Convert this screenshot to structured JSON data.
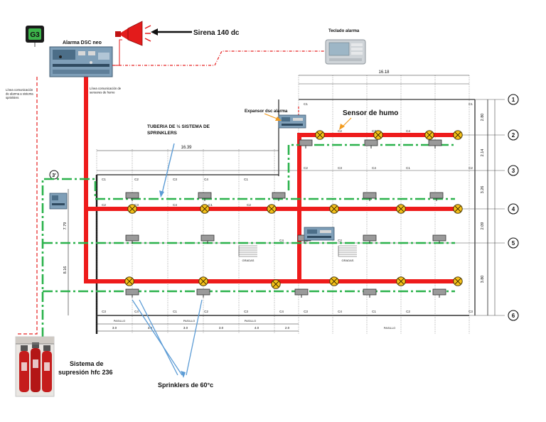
{
  "labels": {
    "alarm_panel": "Alarma DSC neo",
    "siren": "Sirena 140 dc",
    "keypad": "Teclado alarma",
    "expander": "Expansor dsc alarma",
    "smoke_sensor": "Sensor de humo",
    "pipe_line1": "TUBERIA DE ½ SISTEMA DE",
    "pipe_line2": "SPRINKLERS",
    "comm_alarm_sprinklers": "Línea comunicación de alarma a sistema sprinklers",
    "comm_smoke_sensors": "Línea comunicación de sensores de humo",
    "suppression_line1": "Sistema de",
    "suppression_line2": "supresión hfc 236",
    "sprinklers": "Sprinklers de 60°c",
    "brand_logo": "G3"
  },
  "plan": {
    "top_dimension": "16.18",
    "left_dimension": "16.39",
    "grid_rows": [
      "1",
      "2",
      "3",
      "4",
      "5",
      "6"
    ],
    "right_dims": [
      "2.80",
      "2.14",
      "3.26",
      "2.09",
      "3.80"
    ],
    "left_dims": [
      "7.79",
      "8.16"
    ],
    "bottom_dims": [
      "3.0",
      "3.0",
      "3.0",
      "3.0",
      "4.0",
      "2.0"
    ],
    "column_tags": [
      "C1",
      "C2",
      "C3",
      "C4"
    ],
    "door_tags": [
      "PASILLO",
      "PASILLO",
      "PASILLO",
      "PASILLO"
    ],
    "stairs": [
      "GRADAS",
      "GRADAS"
    ],
    "corner_tag": "3'"
  },
  "colors": {
    "pipe": "#ee1b1b",
    "sprinkler_line": "#2bb24c",
    "comm_line": "#e52020",
    "sensor": "#f6c21a",
    "arrow_blue": "#5b9bd5",
    "arrow_orange": "#f29b1f"
  }
}
